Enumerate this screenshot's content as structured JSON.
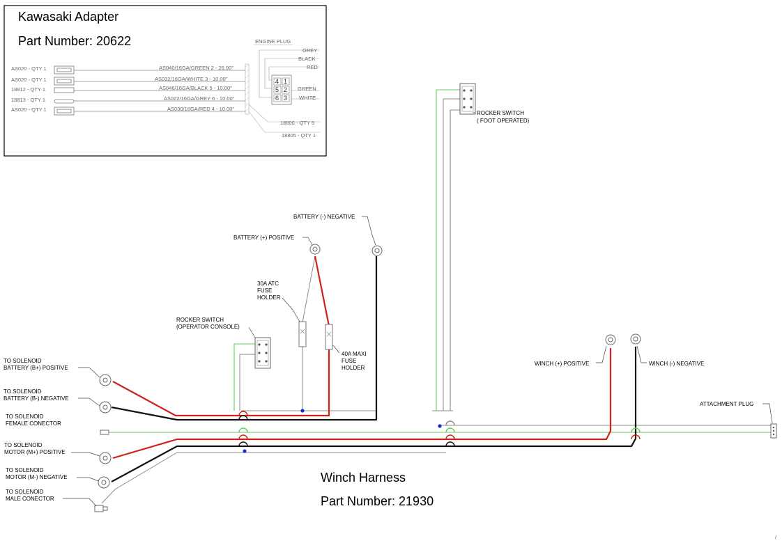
{
  "adapter": {
    "title": "Kawasaki Adapter",
    "part_number": "Part Number: 20622",
    "engine_plug_label": "ENGINE PLUG",
    "colors": [
      "GREY",
      "BLACK",
      "RED",
      "GREEN",
      "WHITE"
    ],
    "pins": [
      "4",
      "1",
      "5",
      "2",
      "6",
      "3"
    ],
    "left_parts": [
      "AS020 - QTY 1",
      "AS020 - QTY 1",
      "18812 - QTY 1",
      "18813 - QTY 1",
      "AS020 - QTY 1"
    ],
    "wires": [
      "AS040/16GA/GREEN 2 - 26.00\"",
      "AS032/16GA/WHITE 3 - 10.00\"",
      "AS046/16GA/BLACK 5 - 10.00\"",
      "AS022/16GA/GREY 6 - 10.00\"",
      "AS030/16GA/RED 4 - 10.00\""
    ],
    "right_parts": [
      "18800 - QTY 5",
      "18805 - QTY 1"
    ]
  },
  "harness": {
    "title": "Winch Harness",
    "part_number": "Part Number: 21930"
  },
  "labels": {
    "battery_negative": "BATTERY (-) NEGATIVE",
    "battery_positive": "BATTERY (+) POSITIVE",
    "fuse30": [
      "30A ATC",
      "FUSE",
      "HOLDER"
    ],
    "fuse40": [
      "40A MAXI",
      "FUSE",
      "HOLDER"
    ],
    "rocker_console": [
      "ROCKER SWITCH",
      "(OPERATOR CONSOLE)"
    ],
    "rocker_foot": [
      "ROCKER SWITCH",
      "( FOOT OPERATED)"
    ],
    "winch_positive": "WINCH (+) POSITIVE",
    "winch_negative": "WINCH (-) NEGATIVE",
    "attachment_plug": "ATTACHMENT PLUG",
    "sol_bat_pos": [
      "TO SOLENOID",
      "BATTERY (B+) POSITIVE"
    ],
    "sol_bat_neg": [
      "TO SOLENOID",
      "BATTERY (B-) NEGATIVE"
    ],
    "sol_female": [
      "TO SOLENOID",
      "FEMALE CONECTOR"
    ],
    "sol_motor_pos": [
      "TO SOLENOID",
      "MOTOR (M+) POSITIVE"
    ],
    "sol_motor_neg": [
      "TO SOLENOID",
      "MOTOR (M-) NEGATIVE"
    ],
    "sol_male": [
      "TO SOLENOID",
      "MALE CONECTOR"
    ],
    "corner_mark": "/"
  },
  "wire_colors": {
    "red": "#d0201c",
    "black": "#111111",
    "green": "#5fcf5f",
    "grey": "#8a8a8a",
    "junction": "#1a2fc8"
  }
}
